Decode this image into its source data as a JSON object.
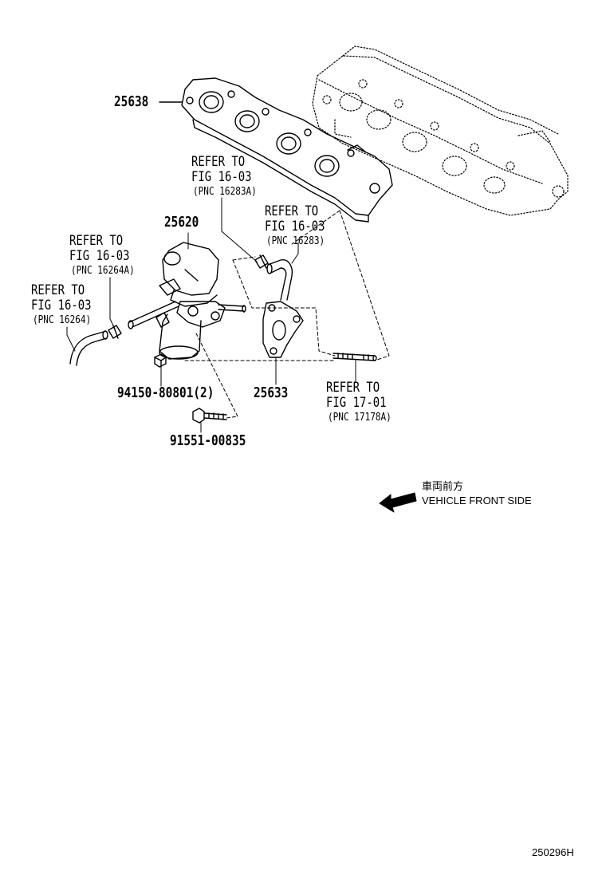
{
  "parts": {
    "manifold": "25638",
    "valve": "25620",
    "gasket": "25633",
    "nut": "94150-80801(2)",
    "bolt": "91551-00835"
  },
  "refs": {
    "hose_upper": {
      "line1": "REFER TO",
      "line2": "FIG 16-03",
      "pnc": "(PNC 16283A)"
    },
    "hose_right": {
      "line1": "REFER TO",
      "line2": "FIG 16-03",
      "pnc": "(PNC 16283)"
    },
    "clamp_left": {
      "line1": "REFER TO",
      "line2": "FIG 16-03",
      "pnc": "(PNC 16264A)"
    },
    "hose_left": {
      "line1": "REFER TO",
      "line2": "FIG 16-03",
      "pnc": "(PNC 16264)"
    },
    "stud": {
      "line1": "REFER TO",
      "line2": "FIG 17-01",
      "pnc": "(PNC 17178A)"
    }
  },
  "orientation": {
    "japanese": "車両前方",
    "english": "VEHICLE FRONT SIDE",
    "icon": "arrow-left-icon"
  },
  "figure_code": "250296H"
}
